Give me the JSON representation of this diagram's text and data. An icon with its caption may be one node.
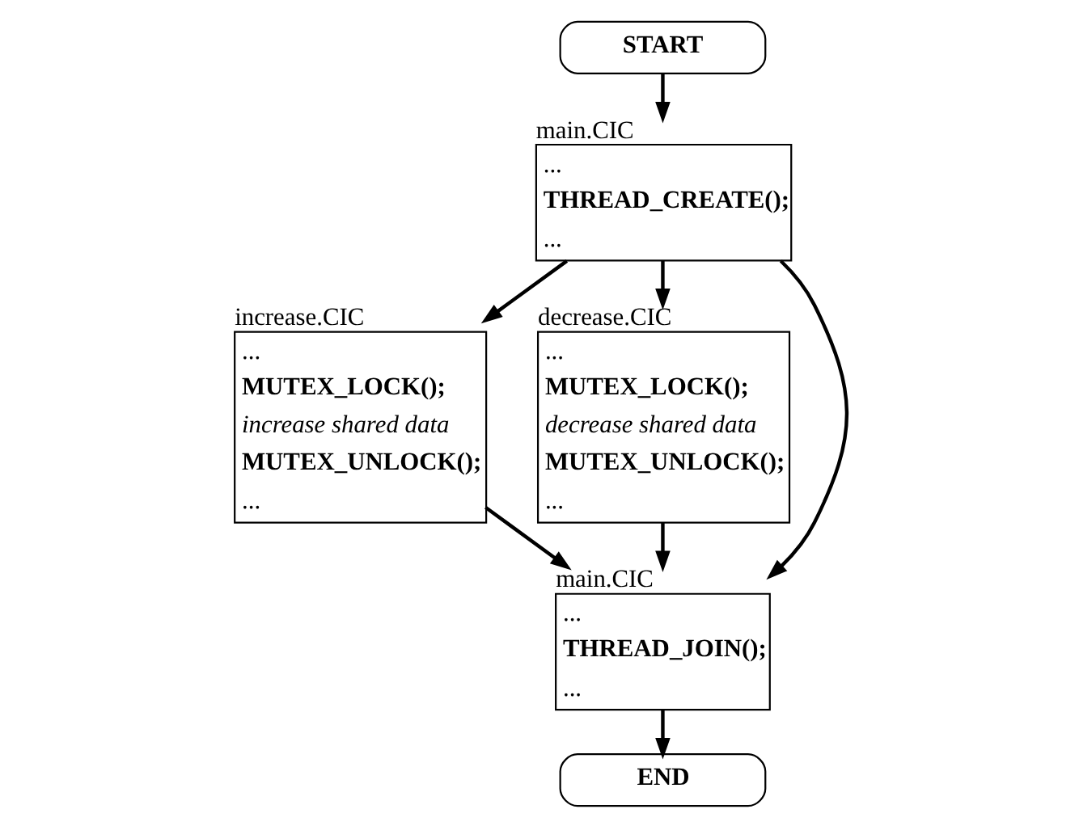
{
  "diagram": {
    "nodes": [
      {
        "text": [
          "START"
        ]
      },
      {
        "text": [
          "main.CIC",
          "...",
          "THREAD_CREATE();",
          "..."
        ]
      },
      {
        "text": [
          "increase.CIC",
          "...",
          "MUTEX_LOCK();",
          "increase shared data",
          "MUTEX_UNLOCK();",
          "..."
        ]
      },
      {
        "text": [
          "decrease.CIC",
          "...",
          "MUTEX_LOCK();",
          "decrease shared data",
          "MUTEX_UNLOCK();",
          "..."
        ]
      },
      {
        "text": [
          "main.CIC",
          "...",
          "THREAD_JOIN();",
          "..."
        ]
      },
      {
        "text": [
          "END"
        ]
      }
    ],
    "edges": [
      {
        "from": 0,
        "to": 1,
        "arrow": "to"
      },
      {
        "from": 1,
        "to": 2,
        "arrow": "to"
      },
      {
        "from": 1,
        "to": 4,
        "arrow": "to"
      },
      {
        "from": 1,
        "to": 3,
        "arrow": "to"
      },
      {
        "from": 2,
        "to": 4,
        "arrow": "to"
      },
      {
        "from": 3,
        "to": 4,
        "arrow": "to"
      },
      {
        "from": 4,
        "to": 5,
        "arrow": "to"
      }
    ]
  }
}
